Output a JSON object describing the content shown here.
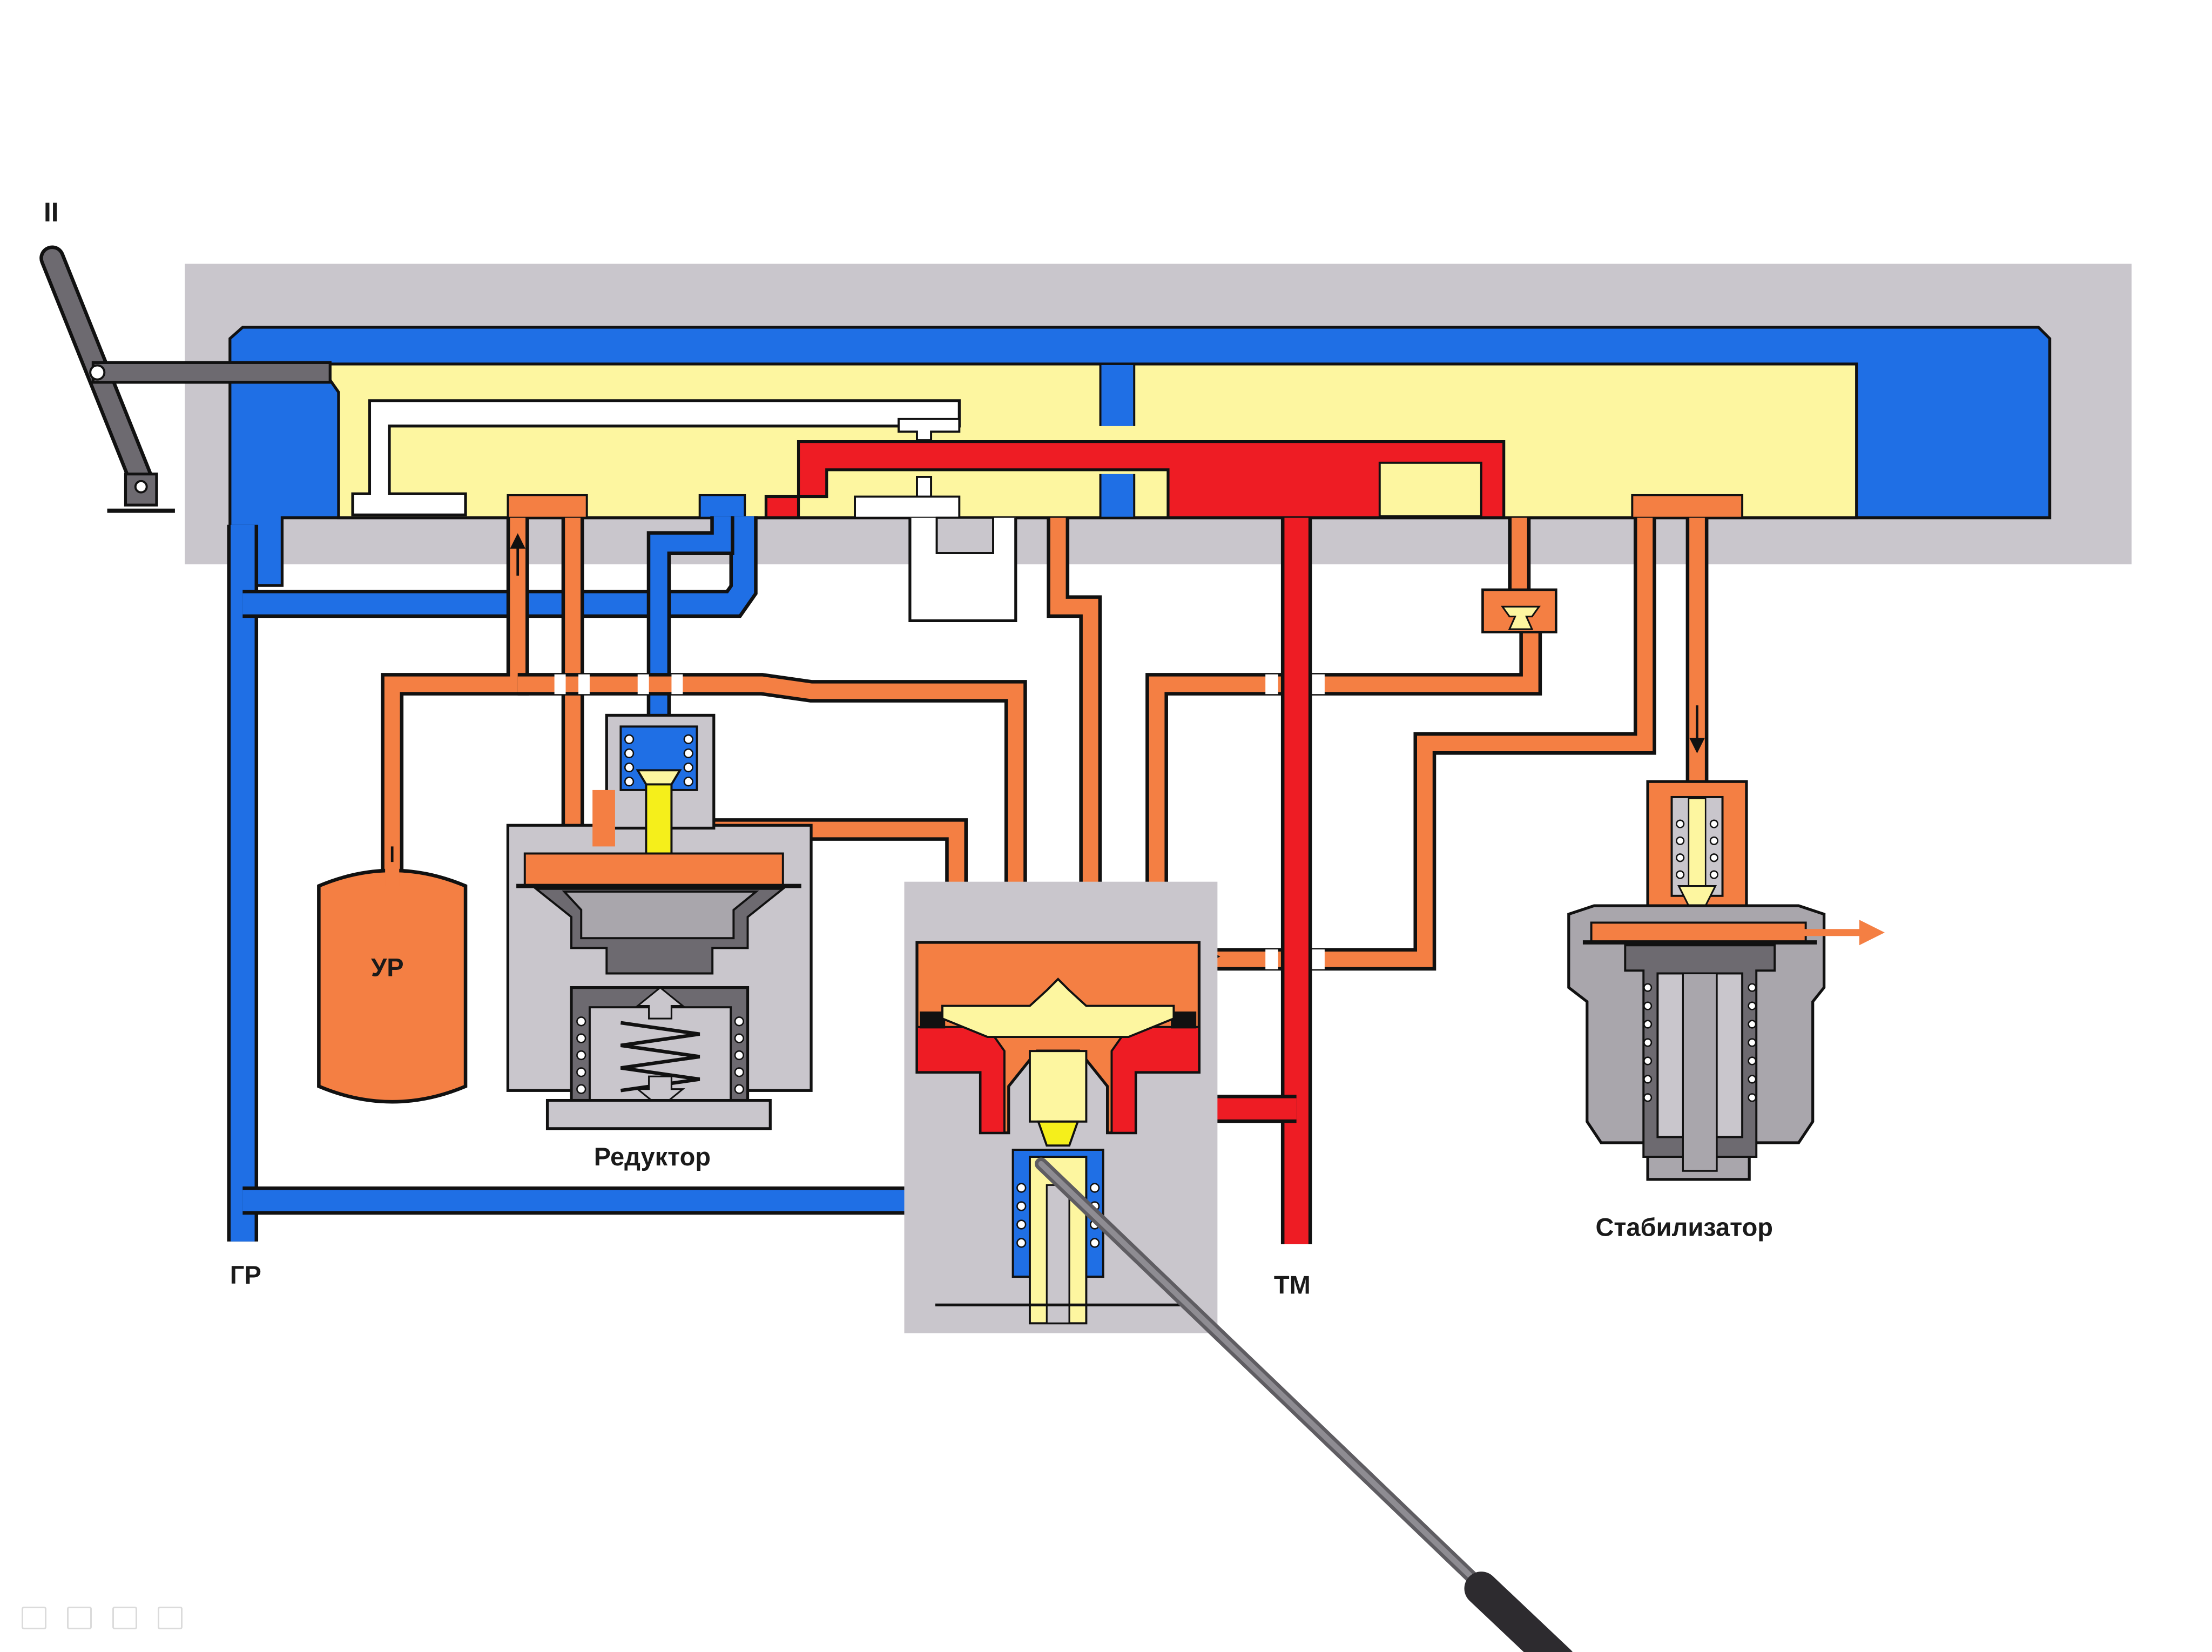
{
  "labels": {
    "handle_position": "II",
    "equalizing_reservoir": "УР",
    "reducer": "Редуктор",
    "main_reservoir": "ГР",
    "brake_line": "ТМ",
    "stabilizer": "Стабилизатор"
  },
  "pressure_colors": {
    "main_reservoir": "#1f6fe5",
    "brake_line": "#ee1c24",
    "equalizing_reservoir": "#f47f43",
    "atmosphere": "#ffffff",
    "valve_body": "#c9c6cc",
    "spool": "#fdf6a0",
    "valve_stem": "#f5ef1b"
  },
  "toolbar_icons": [
    "pen-icon",
    "highlighter-icon",
    "screen-icon",
    "link-icon"
  ]
}
